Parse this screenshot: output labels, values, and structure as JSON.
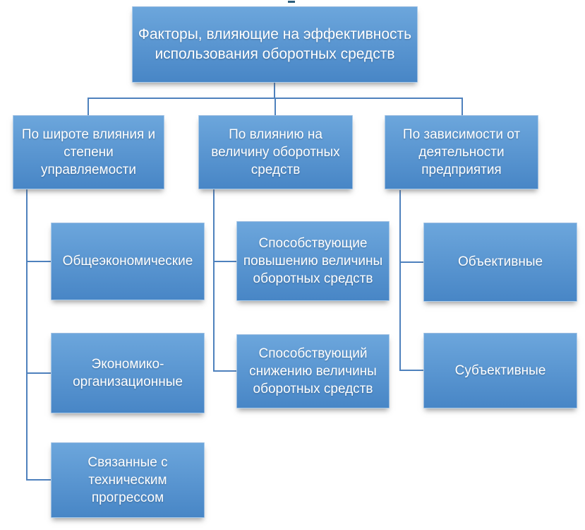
{
  "diagram": {
    "title": "Факторы, влияющие на эффективность использования оборотных средств",
    "root": {
      "label": "Факторы, влияющие на эффективность использования оборотных средств"
    },
    "branches": [
      {
        "label": "По широте влияния и степени управляемости",
        "children": [
          "Общеэкономические",
          "Экономико-организационные",
          "Связанные с техническим прогрессом"
        ]
      },
      {
        "label": "По влиянию на величину оборотных средств",
        "children": [
          "Способствующие повышению величины оборотных средств",
          "Способствующий снижению величины оборотных средств"
        ]
      },
      {
        "label": "По зависимости от деятельности предприятия",
        "children": [
          "Объективные",
          "Субъективные"
        ]
      }
    ],
    "colors": {
      "box_gradient_top": "#6ca6dc",
      "box_gradient_bottom": "#4886c6",
      "connector": "#4e81bd",
      "text": "#ffffff",
      "background": "#ffffff",
      "top_stub_mark": "#2d5f7d"
    }
  }
}
